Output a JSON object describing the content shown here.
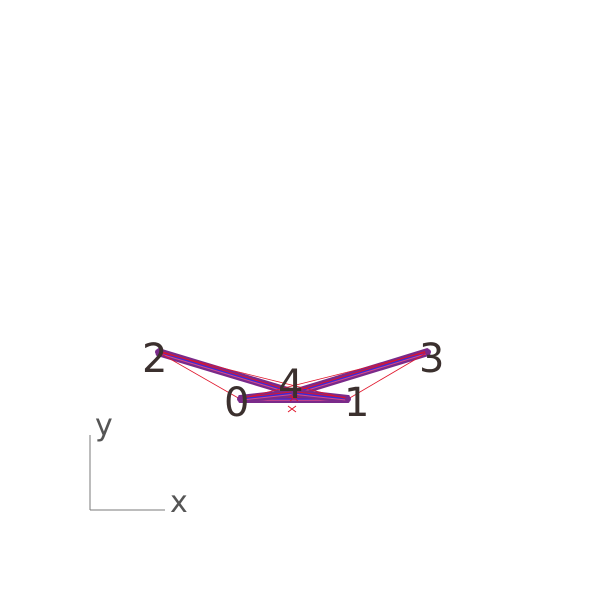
{
  "diagram": {
    "nodes": [
      {
        "id": "0",
        "label": "0"
      },
      {
        "id": "1",
        "label": "1"
      },
      {
        "id": "2",
        "label": "2"
      },
      {
        "id": "3",
        "label": "3"
      },
      {
        "id": "4",
        "label": "4"
      }
    ],
    "edges": [
      {
        "from": "2",
        "to": "4"
      },
      {
        "from": "4",
        "to": "3"
      },
      {
        "from": "0",
        "to": "1"
      },
      {
        "from": "0",
        "to": "4"
      },
      {
        "from": "4",
        "to": "1"
      },
      {
        "from": "2",
        "to": "0"
      },
      {
        "from": "1",
        "to": "3"
      },
      {
        "from": "0",
        "to": "3"
      },
      {
        "from": "2",
        "to": "1"
      }
    ],
    "axes": {
      "x_label": "x",
      "y_label": "y"
    },
    "colors": {
      "strand_blue": "#3b2bd6",
      "strand_purple": "#7a2a8a",
      "strand_red": "#e0142a",
      "strand_pink": "#d84a8a",
      "label_color": "#3b302e",
      "axis_color": "#7a7a7a"
    }
  }
}
